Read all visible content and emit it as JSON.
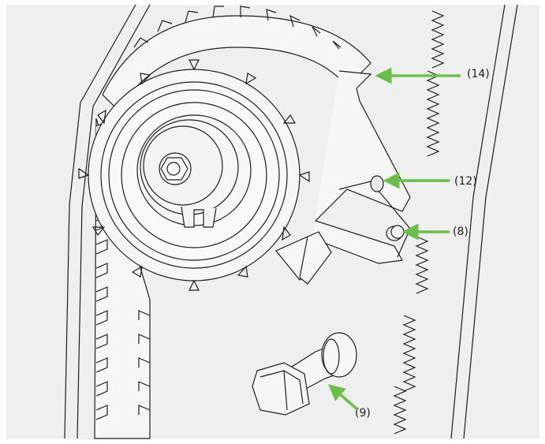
{
  "callouts": [
    {
      "id": "14",
      "label": "(14)"
    },
    {
      "id": "12",
      "label": "(12)"
    },
    {
      "id": "8",
      "label": "(8)"
    },
    {
      "id": "9",
      "label": "(9)"
    }
  ],
  "colors": {
    "background": "#efefef",
    "line": "#1e1e1e",
    "arrow": "#6abf4b",
    "part_fill": "#f6f6f6"
  }
}
